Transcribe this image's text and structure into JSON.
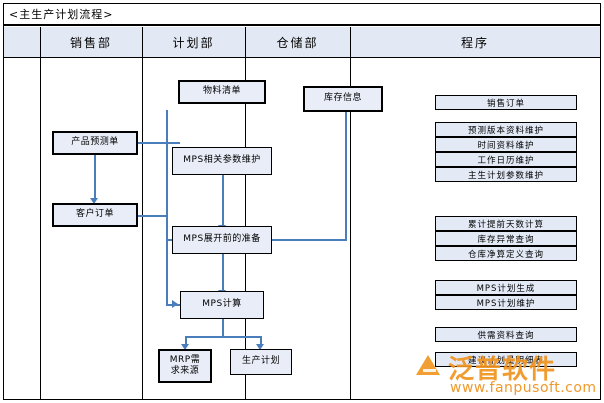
{
  "diagram": {
    "title": "<主生产计划流程>",
    "columns": [
      {
        "key": "sales",
        "label": "销售部"
      },
      {
        "key": "planning",
        "label": "计划部"
      },
      {
        "key": "warehouse",
        "label": "仓储部"
      },
      {
        "key": "program",
        "label": "程序"
      }
    ],
    "nodes": {
      "product_forecast": "产品预测单",
      "customer_order": "客户订单",
      "bom": "物料清单",
      "mps_params": "MPS相关参数维护",
      "mps_prepare": "MPS展开前的准备",
      "mps_calc": "MPS计算",
      "mrp_source_line1": "MRP需",
      "mrp_source_line2": "求来源",
      "production_plan": "生产计划",
      "stock_info": "库存信息"
    },
    "program_groups": [
      {
        "items": [
          "销售订单"
        ]
      },
      {
        "items": [
          "预测版本资料维护",
          "时间资料维护",
          "工作日历维护",
          "主生计划参数维护"
        ]
      },
      {
        "items": [
          "累计提前天数计算",
          "库存异常查询",
          "仓库净算定义查询"
        ]
      },
      {
        "items": [
          "MPS计划生成",
          "MPS计划维护"
        ]
      },
      {
        "items": [
          "供需资料查询"
        ]
      },
      {
        "items": [
          "建议计划量明细表"
        ]
      }
    ],
    "colors": {
      "node_fill": "#e8edf7",
      "header_fill": "#e3e9f4",
      "connector": "#4a7ebb",
      "border": "#000000",
      "watermark": "#f0941f"
    }
  },
  "watermark": {
    "brand": "泛普软件",
    "url": "www.fanpusoft.com"
  }
}
